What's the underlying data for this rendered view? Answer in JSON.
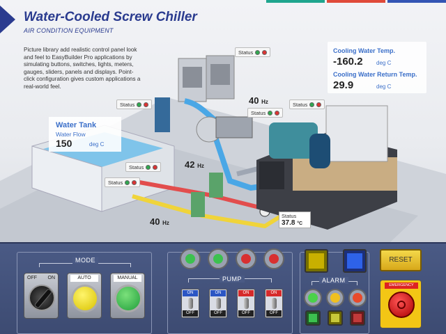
{
  "header": {
    "title": "Water-Cooled Screw Chiller",
    "subtitle": "AIR CONDITION EQUIPMENT",
    "description": "Picture library add realistic control panel look and feel to EasyBuilder Pro applications by simulating buttons, switches, lights, meters, gauges, sliders, panels and displays. Point-click configuration gives custom applications a real-world feel."
  },
  "readouts": {
    "cooling_water_temp_label": "Cooling Water Temp.",
    "cooling_water_temp_value": "-160.2",
    "cooling_water_temp_unit": "deg C",
    "cooling_water_return_label": "Cooling Water Return Temp.",
    "cooling_water_return_value": "29.9",
    "cooling_water_return_unit": "deg C"
  },
  "tank": {
    "label": "Water Tank",
    "sub_label": "Water Flow",
    "value": "150",
    "unit": "deg C"
  },
  "status_label": "Status",
  "frequencies": {
    "pump_top": "40",
    "pump_mid": "42",
    "pump_bottom": "40",
    "unit": "Hz"
  },
  "chiller_status": {
    "label": "Status",
    "value": "37.8",
    "unit": "°C"
  },
  "mode": {
    "section_label": "MODE",
    "selector_off": "OFF",
    "selector_on": "ON",
    "auto_label": "AUTO",
    "manual_label": "MANUAL"
  },
  "pump": {
    "section_label": "PUMP",
    "toggles": [
      {
        "on": "ON",
        "off": "OFF"
      },
      {
        "on": "ON",
        "off": "OFF"
      },
      {
        "on": "ON",
        "off": "OFF"
      },
      {
        "on": "ON",
        "off": "OFF"
      }
    ]
  },
  "alarm": {
    "section_label": "ALARM"
  },
  "reset_label": "RESET",
  "emergency_label": "EMERGENCY",
  "colors": {
    "title": "#2a3b8f",
    "accent": "#3b6fc9",
    "panel": "#4a5a85",
    "tab_teal": "#1fa58e",
    "tab_red": "#e04a3a",
    "tab_blue": "#3455b4"
  }
}
